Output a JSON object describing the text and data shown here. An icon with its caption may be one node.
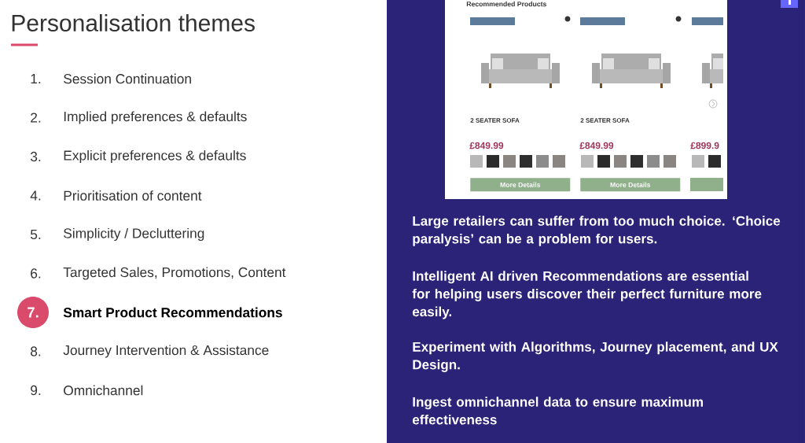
{
  "diagram": {
    "title": "Personalisation themes",
    "nodes": [
      {
        "text": [
          "7."
        ]
      },
      {
        "text": [
          "More Details"
        ]
      },
      {
        "text": [
          "More Details"
        ]
      }
    ],
    "edges": [],
    "labels": [
      "1.",
      "Session Continuation",
      "2.",
      "Implied preferences & defaults",
      "3.",
      "Explicit preferences & defaults",
      "4.",
      "Prioritisation of content",
      "5.",
      "Simplicity / Decluttering",
      "6.",
      "Targeted Sales, Promotions, Content",
      "Smart Product Recommendations",
      "8.",
      "Journey Intervention & Assistance",
      "9.",
      "Omnichannel",
      "Recommended Products",
      "2 SEATER SOFA",
      "£849.99",
      "2 SEATER SOFA",
      "£849.99",
      "£899.9",
      "Large retailers can suffer from too much choice.  ‘Choice paralysis’ can be a problem for users.",
      "Intelligent AI driven Recommendations are essential for helping users discover their perfect furniture more easily.",
      "Experiment with Algorithms, Journey placement, and UX Design.",
      "Ingest omnichannel data to ensure maximum effectiveness"
    ]
  }
}
